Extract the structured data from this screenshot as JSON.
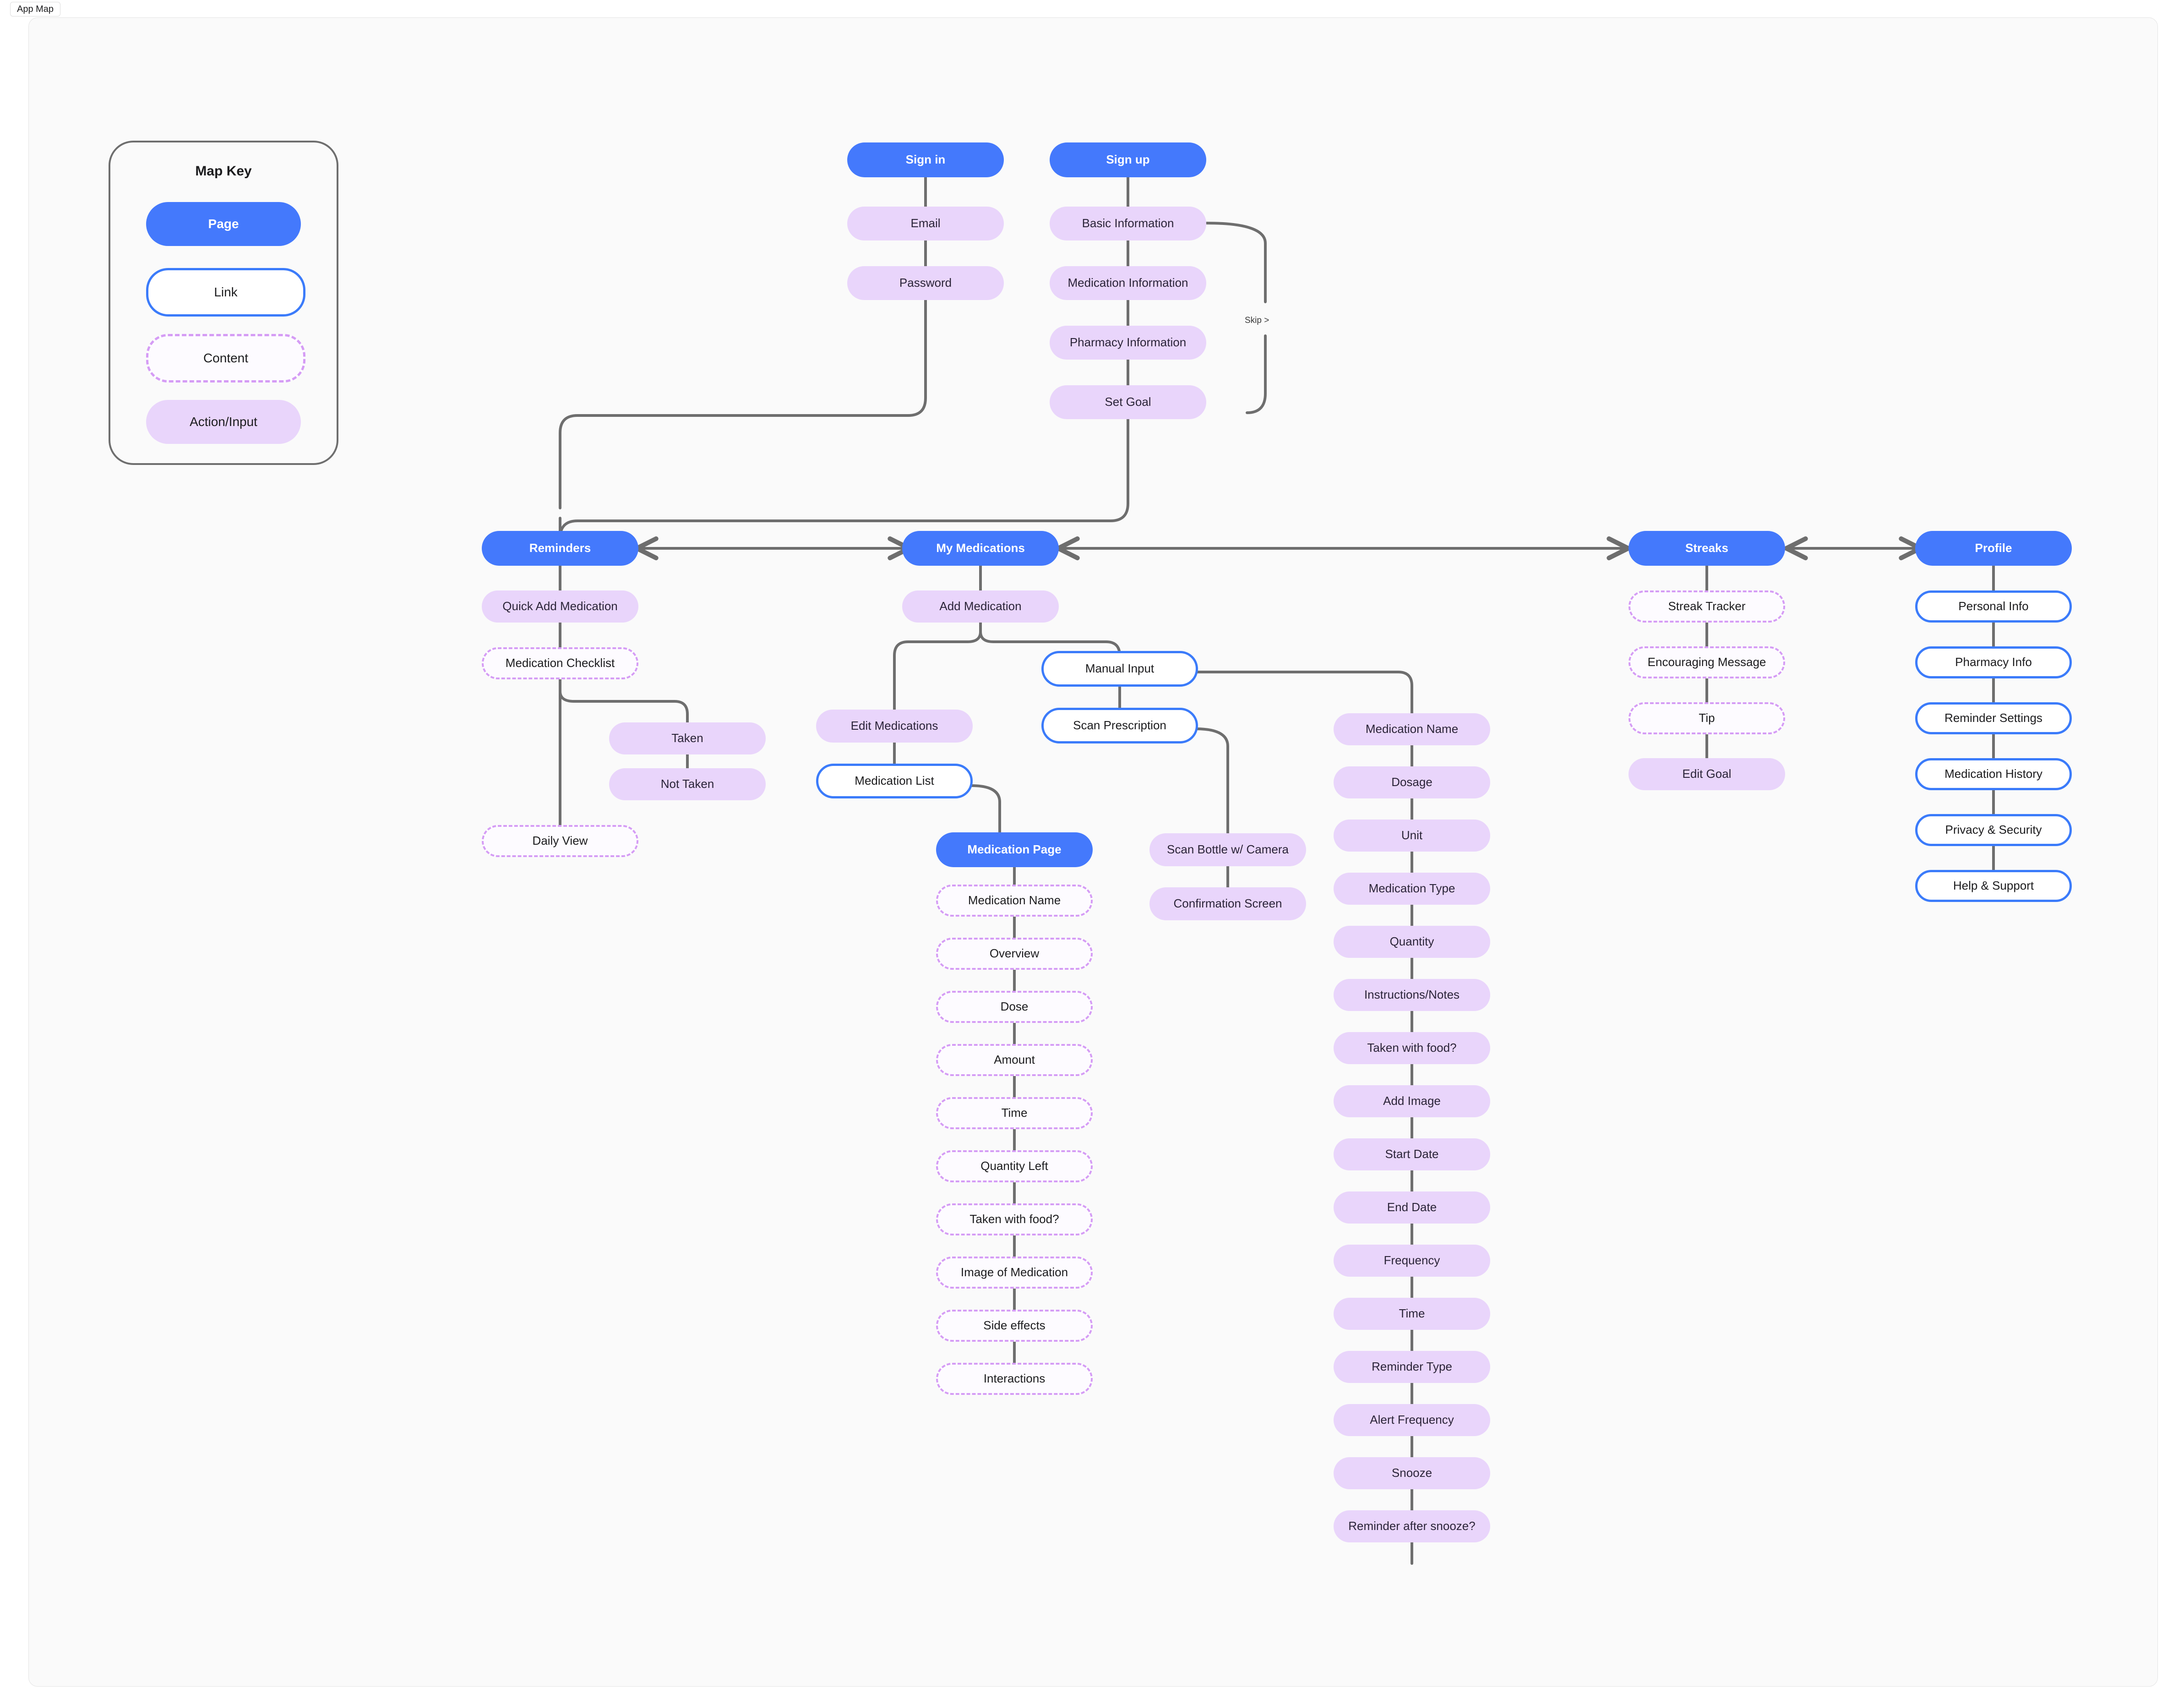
{
  "app": {
    "tab_label": "App Map"
  },
  "legend": {
    "title": "Map Key",
    "items": [
      {
        "label": "Page",
        "type": "page"
      },
      {
        "label": "Link",
        "type": "link"
      },
      {
        "label": "Content",
        "type": "content"
      },
      {
        "label": "Action/Input",
        "type": "action"
      }
    ]
  },
  "colors": {
    "page_fill": "#4479fc",
    "link_border": "#3b7bfa",
    "content_border": "#d59cf5",
    "action_fill": "#e9d5fb",
    "connector": "#6e6e6e",
    "canvas_bg": "#fafafa"
  },
  "edge_labels": [
    {
      "text": "Skip >"
    }
  ],
  "flows": {
    "auth": {
      "signin": {
        "label": "Sign in",
        "type": "page"
      },
      "signin_children": [
        {
          "label": "Email",
          "type": "action"
        },
        {
          "label": "Password",
          "type": "action"
        }
      ],
      "signup": {
        "label": "Sign up",
        "type": "page"
      },
      "signup_children": [
        {
          "label": "Basic Information",
          "type": "action"
        },
        {
          "label": "Medication Information",
          "type": "action"
        },
        {
          "label": "Pharmacy Information",
          "type": "action"
        },
        {
          "label": "Set Goal",
          "type": "action"
        }
      ]
    },
    "reminders": {
      "root": {
        "label": "Reminders",
        "type": "page"
      },
      "children": [
        {
          "label": "Quick Add Medication",
          "type": "action"
        },
        {
          "label": "Medication Checklist",
          "type": "content"
        },
        {
          "label": "Daily View",
          "type": "content"
        }
      ],
      "checklist_states": [
        {
          "label": "Taken",
          "type": "action"
        },
        {
          "label": "Not Taken",
          "type": "action"
        }
      ]
    },
    "my_medications": {
      "root": {
        "label": "My Medications",
        "type": "page"
      },
      "add_medication": {
        "label": "Add Medication",
        "type": "action"
      },
      "edit_branch": [
        {
          "label": "Edit Medications",
          "type": "action"
        },
        {
          "label": "Medication List",
          "type": "link"
        }
      ],
      "input_branch": [
        {
          "label": "Manual Input",
          "type": "link"
        },
        {
          "label": "Scan Prescription",
          "type": "link"
        }
      ],
      "scan_branch": [
        {
          "label": "Scan Bottle w/ Camera",
          "type": "action"
        },
        {
          "label": "Confirmation Screen",
          "type": "action"
        }
      ]
    },
    "medication_page": {
      "root": {
        "label": "Medication Page",
        "type": "page"
      },
      "items": [
        {
          "label": "Medication Name",
          "type": "content"
        },
        {
          "label": "Overview",
          "type": "content"
        },
        {
          "label": "Dose",
          "type": "content"
        },
        {
          "label": "Amount",
          "type": "content"
        },
        {
          "label": "Time",
          "type": "content"
        },
        {
          "label": "Quantity Left",
          "type": "content"
        },
        {
          "label": "Taken with food?",
          "type": "content"
        },
        {
          "label": "Image of Medication",
          "type": "content"
        },
        {
          "label": "Side effects",
          "type": "content"
        },
        {
          "label": "Interactions",
          "type": "content"
        }
      ]
    },
    "manual_input_fields": {
      "items": [
        {
          "label": "Medication Name",
          "type": "action"
        },
        {
          "label": "Dosage",
          "type": "action"
        },
        {
          "label": "Unit",
          "type": "action"
        },
        {
          "label": "Medication Type",
          "type": "action"
        },
        {
          "label": "Quantity",
          "type": "action"
        },
        {
          "label": "Instructions/Notes",
          "type": "action"
        },
        {
          "label": "Taken with food?",
          "type": "action"
        },
        {
          "label": "Add Image",
          "type": "action"
        },
        {
          "label": "Start Date",
          "type": "action"
        },
        {
          "label": "End Date",
          "type": "action"
        },
        {
          "label": "Frequency",
          "type": "action"
        },
        {
          "label": "Time",
          "type": "action"
        },
        {
          "label": "Reminder Type",
          "type": "action"
        },
        {
          "label": "Alert Frequency",
          "type": "action"
        },
        {
          "label": "Snooze",
          "type": "action"
        },
        {
          "label": "Reminder after snooze?",
          "type": "action"
        }
      ]
    },
    "streaks": {
      "root": {
        "label": "Streaks",
        "type": "page"
      },
      "items": [
        {
          "label": "Streak Tracker",
          "type": "content"
        },
        {
          "label": "Encouraging Message",
          "type": "content"
        },
        {
          "label": "Tip",
          "type": "content"
        },
        {
          "label": "Edit Goal",
          "type": "action"
        }
      ]
    },
    "profile": {
      "root": {
        "label": "Profile",
        "type": "page"
      },
      "items": [
        {
          "label": "Personal Info",
          "type": "link"
        },
        {
          "label": "Pharmacy Info",
          "type": "link"
        },
        {
          "label": "Reminder Settings",
          "type": "link"
        },
        {
          "label": "Medication History",
          "type": "link"
        },
        {
          "label": "Privacy & Security",
          "type": "link"
        },
        {
          "label": "Help & Support",
          "type": "link"
        }
      ]
    }
  }
}
